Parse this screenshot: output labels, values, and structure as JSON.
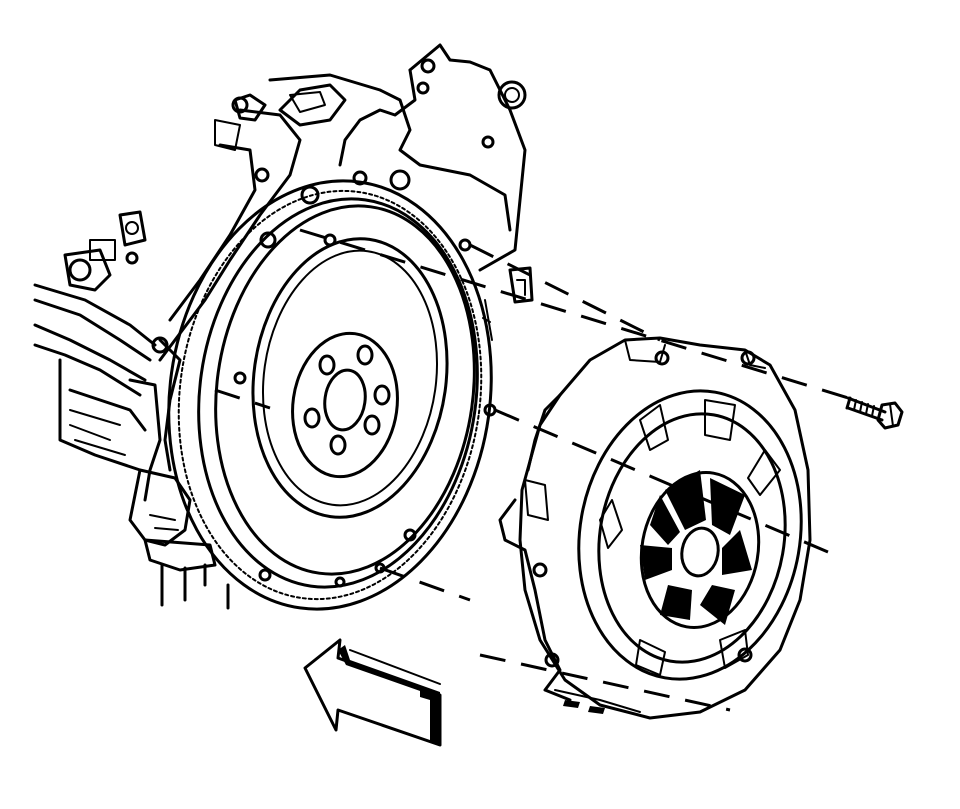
{
  "diagram": {
    "colors": {
      "ink": "#000000",
      "background": "#ffffff"
    },
    "components": [
      {
        "id": "engine-block",
        "icon": "engine-block-outline"
      },
      {
        "id": "flywheel",
        "icon": "flywheel-ring-gear"
      },
      {
        "id": "pressure-plate",
        "icon": "clutch-pressure-plate"
      },
      {
        "id": "bolt",
        "icon": "hex-bolt"
      },
      {
        "id": "arrow",
        "icon": "direction-arrow"
      }
    ],
    "alignment_lines": 6
  }
}
